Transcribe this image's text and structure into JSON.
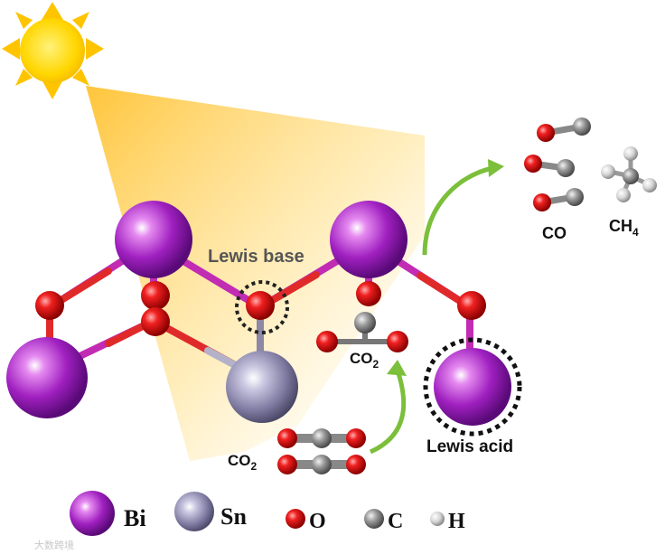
{
  "labels": {
    "lewis_base": "Lewis base",
    "lewis_acid": "Lewis acid",
    "co2_adsorbed": "CO",
    "co2_adsorbed_sub": "2",
    "co2_gas": "CO",
    "co2_gas_sub": "2",
    "co": "CO",
    "ch4": "CH",
    "ch4_sub": "4"
  },
  "legend": [
    {
      "symbol": "Bi",
      "color": "#a020c0"
    },
    {
      "symbol": "Sn",
      "color": "#8c88a6"
    },
    {
      "symbol": "O",
      "color": "#e01a1a"
    },
    {
      "symbol": "C",
      "color": "#8a8a8a"
    },
    {
      "symbol": "H",
      "color": "#cfcfcf"
    }
  ],
  "colors": {
    "bond": "#b52aa8",
    "bond_red": "#e02020",
    "arrow": "#7bbf3a",
    "light_beam": "#ffc830",
    "sun": "#ffd200"
  },
  "watermark": "大数跨境"
}
